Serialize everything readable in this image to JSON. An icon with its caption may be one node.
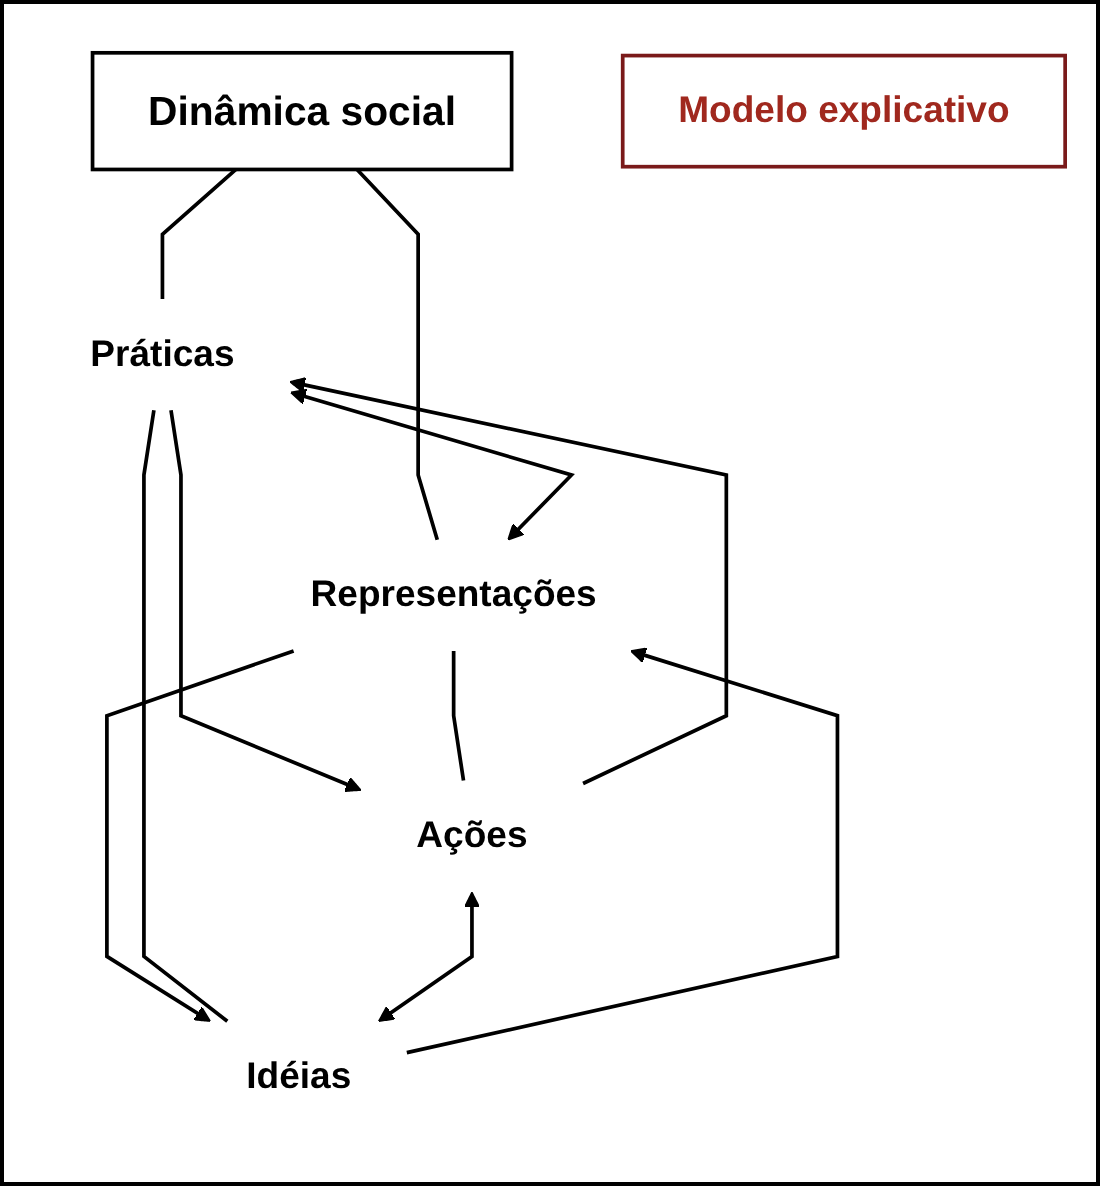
{
  "diagram": {
    "nodes": [
      {
        "text": [
          "Dinâmica social"
        ]
      },
      {
        "text": [
          "Práticas"
        ]
      },
      {
        "text": [
          "Representações"
        ]
      },
      {
        "text": [
          "Ações"
        ]
      },
      {
        "text": [
          "Idéias"
        ]
      },
      {
        "text": [
          "Modelo explicativo"
        ]
      }
    ],
    "edges": [
      {
        "from": 0,
        "to": 1,
        "arrow": "none"
      },
      {
        "from": 0,
        "to": 2,
        "arrow": "none"
      },
      {
        "from": 1,
        "to": 2,
        "arrow": "both"
      },
      {
        "from": 1,
        "to": 3,
        "arrow": "to"
      },
      {
        "from": 3,
        "to": 1,
        "arrow": "to"
      },
      {
        "from": 2,
        "to": 4,
        "arrow": "to"
      },
      {
        "from": 4,
        "to": 2,
        "arrow": "to"
      },
      {
        "from": 1,
        "to": 4,
        "arrow": "none"
      },
      {
        "from": 2,
        "to": 3,
        "arrow": "none"
      },
      {
        "from": 3,
        "to": 4,
        "arrow": "both"
      }
    ]
  }
}
